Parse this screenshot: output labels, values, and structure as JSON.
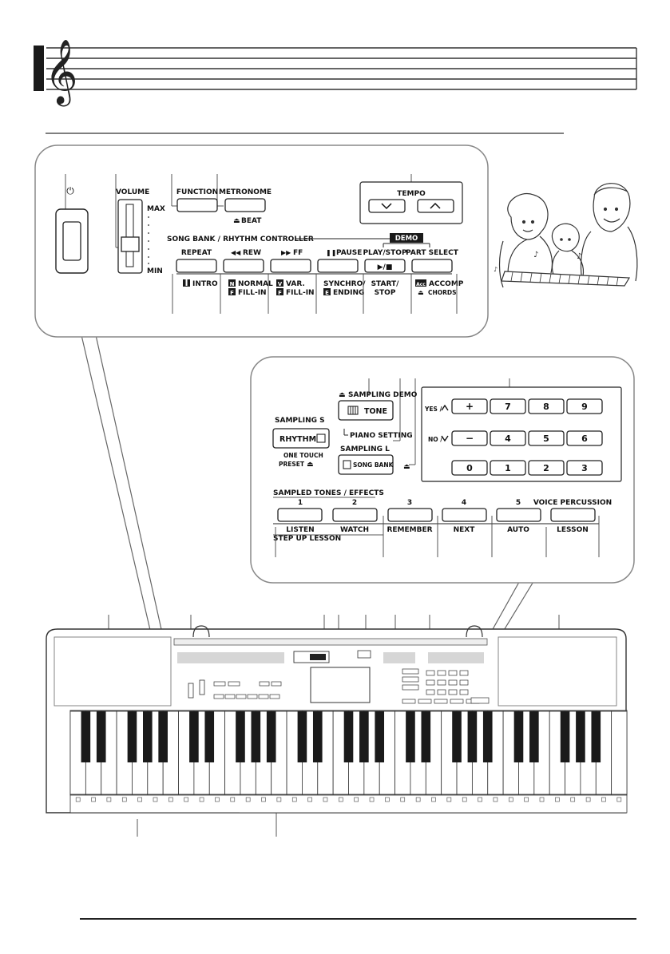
{
  "panel1": {
    "power_symbol": "⏻",
    "volume": "VOLUME",
    "max": "MAX",
    "min": "MIN",
    "function": "FUNCTION",
    "metronome": "METRONOME",
    "beat": "BEAT",
    "tempo": "TEMPO",
    "song_bank_controller": "SONG BANK / RHYTHM CONTROLLER",
    "demo": "DEMO",
    "buttons": [
      {
        "top": "REPEAT",
        "icon": "",
        "bottom_icon": "I",
        "bottom1": "INTRO",
        "bottom_icon2": "",
        "bottom2": ""
      },
      {
        "top": "REW",
        "icon": "◀◀",
        "bottom_icon": "N",
        "bottom1": "NORMAL",
        "bottom_icon2": "F",
        "bottom2": "FILL-IN"
      },
      {
        "top": "FF",
        "icon": "▶▶",
        "bottom_icon": "V",
        "bottom1": "VAR.",
        "bottom_icon2": "F",
        "bottom2": "FILL-IN"
      },
      {
        "top": "PAUSE",
        "icon": "❚❚",
        "bottom_icon": "",
        "bottom1": "SYNCHRO/",
        "bottom_icon2": "E",
        "bottom2": "ENDING"
      },
      {
        "top": "PLAY/STOP",
        "icon": "",
        "bottom_icon": "",
        "bottom1": "START/",
        "bottom_icon2": "",
        "bottom2": "STOP"
      },
      {
        "top": "PART SELECT",
        "icon": "",
        "bottom_icon": "Acc",
        "bottom1": "ACCOMP",
        "bottom_icon2": "",
        "bottom2": "CHORDS"
      }
    ],
    "play_symbol": "▶/■"
  },
  "panel2": {
    "sampling_demo": "SAMPLING DEMO",
    "tone": "TONE",
    "sampling_s": "SAMPLING S",
    "rhythm": "RHYTHM",
    "piano_setting": "PIANO SETTING",
    "sampling_l": "SAMPLING L",
    "song_bank": "SONG BANK",
    "one_touch": "ONE TOUCH",
    "preset": "PRESET",
    "yes": "YES /",
    "no": "NO /",
    "keys_row1": [
      "+",
      "7",
      "8",
      "9"
    ],
    "keys_row2": [
      "−",
      "4",
      "5",
      "6"
    ],
    "keys_row3": [
      "0",
      "1",
      "2",
      "3"
    ],
    "sampled_tones": "SAMPLED TONES / EFFECTS",
    "numbers": [
      "1",
      "2",
      "3",
      "4",
      "5"
    ],
    "voice_percussion": "VOICE PERCUSSION",
    "lesson_labels": [
      "LISTEN",
      "WATCH",
      "REMEMBER",
      "NEXT",
      "AUTO",
      "LESSON"
    ],
    "step_up_lesson": "STEP UP LESSON"
  }
}
